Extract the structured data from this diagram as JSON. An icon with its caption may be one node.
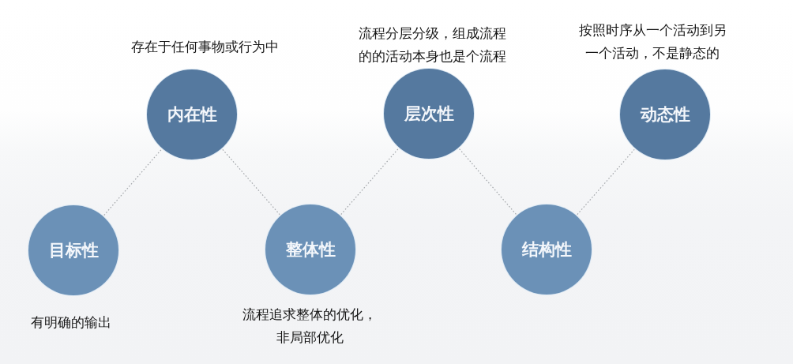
{
  "diagram": {
    "nodes": [
      {
        "text": [
          "目标性"
        ],
        "beside": [
          "有明确的输出"
        ]
      },
      {
        "text": [
          "内在性"
        ],
        "beside": [
          "存在于任何事物或行为中"
        ]
      },
      {
        "text": [
          "整体性"
        ],
        "beside": [
          "流程追求整体的优化，非局部优化"
        ]
      },
      {
        "text": [
          "层次性"
        ],
        "beside": [
          "流程分层分级，组成流程的的活动本身也是个流程"
        ]
      },
      {
        "text": [
          "结构性"
        ]
      },
      {
        "text": [
          "动态性"
        ],
        "beside": [
          "按照时序从一个活动到另一个活动，不是静态的"
        ]
      }
    ],
    "edges": [
      {
        "from": 0,
        "to": 1,
        "arrow": "none",
        "style": "dashed"
      },
      {
        "from": 1,
        "to": 2,
        "arrow": "none",
        "style": "dashed"
      },
      {
        "from": 2,
        "to": 3,
        "arrow": "none",
        "style": "dashed"
      },
      {
        "from": 3,
        "to": 4,
        "arrow": "none",
        "style": "dashed"
      },
      {
        "from": 4,
        "to": 5,
        "arrow": "none",
        "style": "dashed"
      }
    ]
  }
}
